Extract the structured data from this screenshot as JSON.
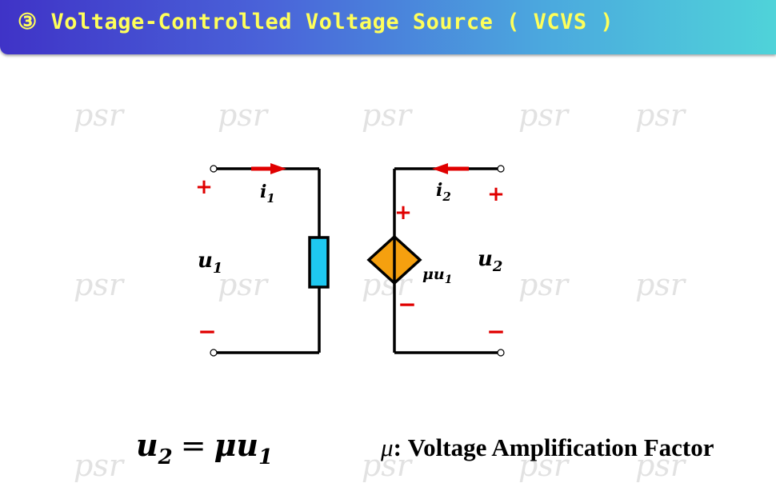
{
  "title": "③ Voltage-Controlled Voltage Source ( VCVS )",
  "watermark": "psr",
  "labels": {
    "plus": "+",
    "minus": "−",
    "i_var": "i",
    "i1_sub": "1",
    "i2_sub": "2",
    "u_var": "u",
    "u1_sub": "1",
    "u2_sub": "2",
    "mu": "μ"
  },
  "formula": {
    "lhs_var": "u",
    "lhs_sub": "2",
    "eq": "=",
    "mu": "μ",
    "rhs_var": "u",
    "rhs_sub": "1"
  },
  "description": {
    "mu": "μ",
    "text": ": Voltage Amplification Factor"
  },
  "colors": {
    "wire": "#000000",
    "arrow": "#e00000",
    "sign": "#e00000",
    "resistor_fill": "#1ec8f0",
    "source_fill": "#f5a00f",
    "title_text": "#ffff5a"
  }
}
